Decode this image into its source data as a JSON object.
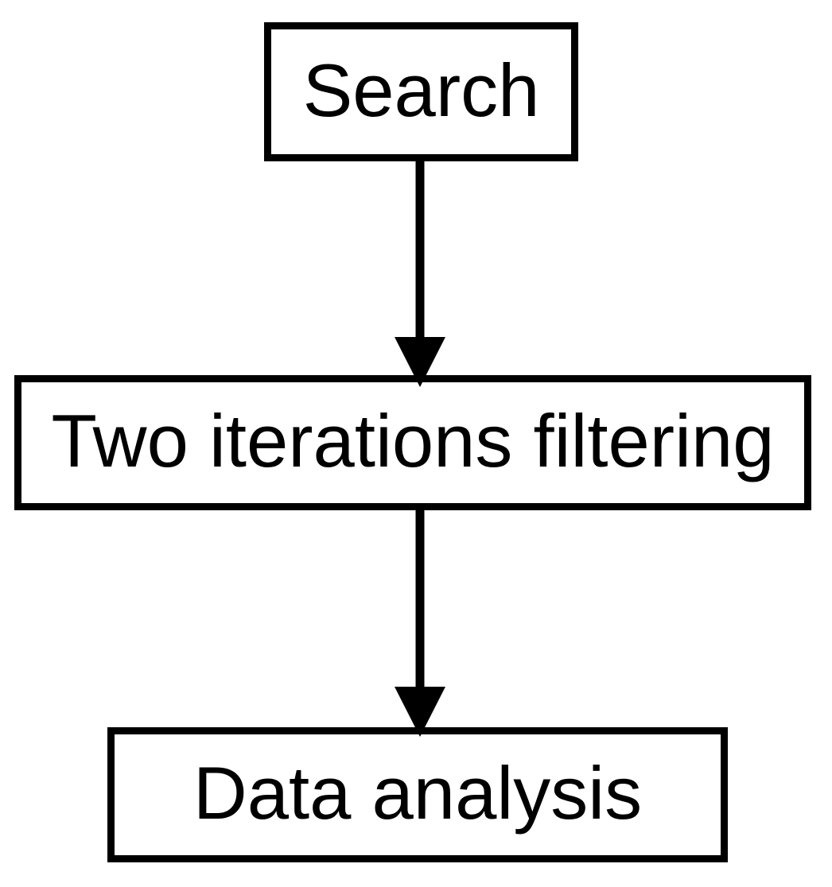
{
  "diagram": {
    "type": "flowchart",
    "direction": "top-down",
    "colors": {
      "stroke": "#000000",
      "background": "#ffffff"
    },
    "nodes": [
      {
        "id": "search",
        "label": "Search",
        "shape": "rectangle"
      },
      {
        "id": "two-iterations-filtering",
        "label": "Two iterations filtering",
        "shape": "rectangle"
      },
      {
        "id": "data-analysis",
        "label": "Data analysis",
        "shape": "rectangle"
      }
    ],
    "edges": [
      {
        "from": "search",
        "to": "two-iterations-filtering",
        "style": "solid-arrow-down"
      },
      {
        "from": "two-iterations-filtering",
        "to": "data-analysis",
        "style": "solid-arrow-down"
      }
    ]
  }
}
